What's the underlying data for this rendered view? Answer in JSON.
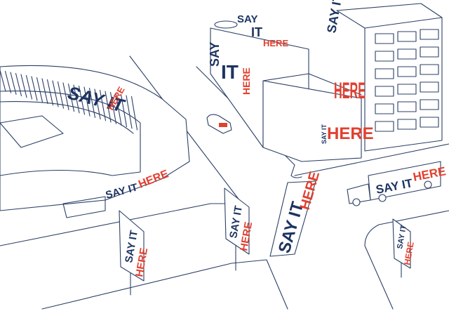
{
  "colors": {
    "navy": "#1d3461",
    "red": "#e2402f",
    "line": "#2b3f66"
  },
  "signs": [
    {
      "where": "stadium-rim",
      "say": "SAY IT",
      "here": "HERE"
    },
    {
      "where": "stadium-base",
      "say": "SAY IT",
      "here": "HERE"
    },
    {
      "where": "rooftop",
      "say": "SAY",
      "it": "IT",
      "here": "HERE"
    },
    {
      "where": "building-side",
      "say": "SAY",
      "it": "IT",
      "here": "HERE"
    },
    {
      "where": "tower",
      "say": "SAY IT",
      "here": "HERE"
    },
    {
      "where": "storefront",
      "say": "SAY IT",
      "here": "HERE"
    },
    {
      "where": "truck",
      "say": "SAY IT",
      "here": "HERE"
    },
    {
      "where": "billboard-left",
      "say": "SAY IT",
      "here": "HERE"
    },
    {
      "where": "billboard-center",
      "say": "SAY IT",
      "here": "HERE"
    },
    {
      "where": "road-paint",
      "say": "SAY IT",
      "here": "HERE"
    },
    {
      "where": "billboard-right",
      "say": "SAY IT",
      "here": "HERE"
    }
  ]
}
